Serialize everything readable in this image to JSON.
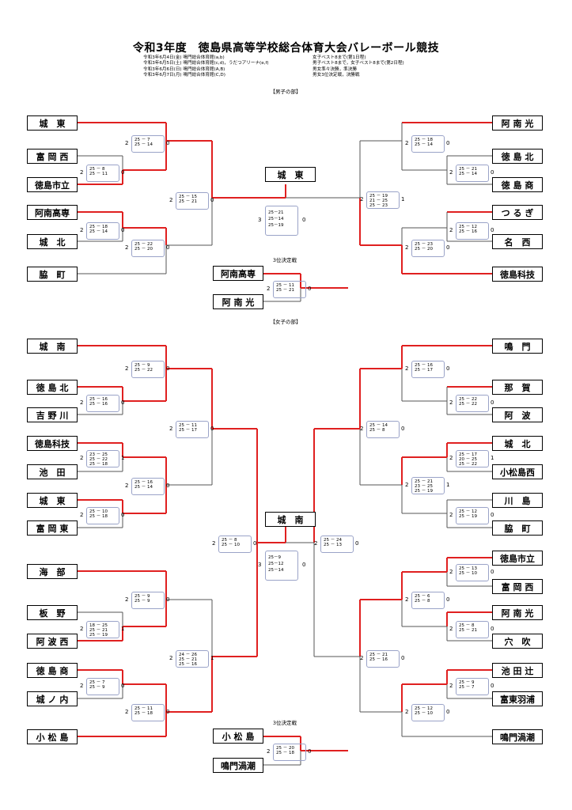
{
  "title": "令和3年度　徳島県高等学校総合体育大会バレーボール競技",
  "schedule_left": [
    "令和3年6月4日(金) 鳴門総合体育館(a,b)",
    "令和3年6月5日(土) 鳴門総合体育館(c,d)，うだつアリーナ(e,f)",
    "令和3年6月6日(日) 鳴門総合体育館(A,B)",
    "令和3年6月7日(月) 鳴門総合体育館(C,D)"
  ],
  "schedule_right": [
    "女子ベスト8まで(第1日程)",
    "男子ベスト8まで，女子ベスト8まで(第2日程)",
    "男女準々決勝，準決勝",
    "男女3位決定戦，決勝戦"
  ],
  "boys": {
    "label": "【男子の部】",
    "left_teams": [
      "城　東",
      "富 岡 西",
      "徳島市立",
      "阿南高専",
      "城　北",
      "脇　町"
    ],
    "right_teams": [
      "阿 南 光",
      "徳 島 北",
      "徳 島 商",
      "つ る ぎ",
      "名　西",
      "徳島科技"
    ],
    "champion": "城　東",
    "third_label": "3位決定戦",
    "third_teams": [
      "阿南高専",
      "阿 南 光"
    ]
  },
  "girls": {
    "label": "【女子の部】",
    "left_teams": [
      "城　南",
      "徳 島 北",
      "吉 野 川",
      "徳島科技",
      "池　田",
      "城　東",
      "富 岡 東",
      "海　部",
      "板　野",
      "阿 波 西",
      "徳 島 商",
      "城 ノ 内",
      "小 松 島"
    ],
    "right_teams": [
      "鳴　門",
      "那　賀",
      "阿　波",
      "城　北",
      "小松島西",
      "川　島",
      "脇　町",
      "徳島市立",
      "富 岡 西",
      "阿 南 光",
      "穴　吹",
      "池 田 辻",
      "富東羽浦",
      "鳴門渦潮"
    ],
    "champion": "城　南",
    "third_label": "3位決定戦",
    "third_teams": [
      "小 松 島",
      "鳴門渦潮"
    ]
  },
  "scores": {
    "b_l1": {
      "w": "2",
      "sets": [
        "25 － 7",
        "25 － 14"
      ],
      "l": "0"
    },
    "b_l2": {
      "w": "2",
      "sets": [
        "25 － 8",
        "25 － 11"
      ],
      "l": "0"
    },
    "b_l3": {
      "w": "2",
      "sets": [
        "25 － 18",
        "25 － 14"
      ],
      "l": "0"
    },
    "b_l4": {
      "w": "2",
      "sets": [
        "25 － 22",
        "25 － 20"
      ],
      "l": "0"
    },
    "b_l5": {
      "w": "2",
      "sets": [
        "25 － 15",
        "25 － 21"
      ],
      "l": "0"
    },
    "b_r1": {
      "w": "2",
      "sets": [
        "25 － 18",
        "25 － 14"
      ],
      "l": "0"
    },
    "b_r2": {
      "w": "2",
      "sets": [
        "25 － 21",
        "25 － 14"
      ],
      "l": "0"
    },
    "b_r3": {
      "w": "2",
      "sets": [
        "25 － 12",
        "25 － 16"
      ],
      "l": "0"
    },
    "b_r4": {
      "w": "2",
      "sets": [
        "25 － 23",
        "25 － 20"
      ],
      "l": "0"
    },
    "b_r5": {
      "w": "2",
      "sets": [
        "25 － 19",
        "21 － 25",
        "25 － 23"
      ],
      "l": "1"
    },
    "b_final": {
      "w": "3",
      "sets": [
        "25－21",
        "25－14",
        "25－19"
      ],
      "l": "0"
    },
    "b_third": {
      "w": "2",
      "sets": [
        "25 － 11",
        "25 － 21"
      ],
      "l": "0"
    },
    "g_l1": {
      "w": "2",
      "sets": [
        "25 － 9",
        "25 － 22"
      ],
      "l": "0"
    },
    "g_l2": {
      "w": "2",
      "sets": [
        "25 － 16",
        "25 － 16"
      ],
      "l": "0"
    },
    "g_l3": {
      "w": "2",
      "sets": [
        "23 － 25",
        "25 － 22",
        "25 － 18"
      ],
      "l": "1"
    },
    "g_l4": {
      "w": "2",
      "sets": [
        "25 － 16",
        "25 － 14"
      ],
      "l": "0"
    },
    "g_l5": {
      "w": "2",
      "sets": [
        "25 － 10",
        "25 － 18"
      ],
      "l": "0"
    },
    "g_l6": {
      "w": "2",
      "sets": [
        "25 － 11",
        "25 － 17"
      ],
      "l": "0"
    },
    "g_l7": {
      "w": "2",
      "sets": [
        "25 － 9",
        "25 － 9"
      ],
      "l": "0"
    },
    "g_l8": {
      "w": "2",
      "sets": [
        "18 － 25",
        "25 － 21",
        "25 － 19"
      ],
      "l": "1"
    },
    "g_l9": {
      "w": "2",
      "sets": [
        "25 － 7",
        "25 － 9"
      ],
      "l": "0"
    },
    "g_l10": {
      "w": "2",
      "sets": [
        "25 － 11",
        "25 － 18"
      ],
      "l": "0"
    },
    "g_l11": {
      "w": "2",
      "sets": [
        "24 － 26",
        "25 － 21",
        "25 － 16"
      ],
      "l": "1"
    },
    "g_l12": {
      "w": "2",
      "sets": [
        "25 － 8",
        "25 － 10"
      ],
      "l": "0"
    },
    "g_r1": {
      "w": "2",
      "sets": [
        "25 － 16",
        "25 － 17"
      ],
      "l": "0"
    },
    "g_r2": {
      "w": "2",
      "sets": [
        "25 － 22",
        "25 － 22"
      ],
      "l": "0"
    },
    "g_r3": {
      "w": "2",
      "sets": [
        "25 － 14",
        "25 － 8"
      ],
      "l": "0"
    },
    "g_r4": {
      "w": "2",
      "sets": [
        "25 － 17",
        "20 － 25",
        "25 － 22"
      ],
      "l": "1"
    },
    "g_r5": {
      "w": "2",
      "sets": [
        "25 － 21",
        "23 － 25",
        "25 － 19"
      ],
      "l": "1"
    },
    "g_r6": {
      "w": "2",
      "sets": [
        "25 － 12",
        "25 － 19"
      ],
      "l": "0"
    },
    "g_r7": {
      "w": "2",
      "sets": [
        "25 － 13",
        "25 － 10"
      ],
      "l": "0"
    },
    "g_r8": {
      "w": "2",
      "sets": [
        "25 － 6",
        "25 － 8"
      ],
      "l": "0"
    },
    "g_r9": {
      "w": "2",
      "sets": [
        "25 － 8",
        "25 － 21"
      ],
      "l": "0"
    },
    "g_r10": {
      "w": "2",
      "sets": [
        "25 － 9",
        "25 － 7"
      ],
      "l": "0"
    },
    "g_r11": {
      "w": "2",
      "sets": [
        "25 － 12",
        "25 － 10"
      ],
      "l": "0"
    },
    "g_r12": {
      "w": "2",
      "sets": [
        "25 － 21",
        "25 － 16"
      ],
      "l": "0"
    },
    "g_r13": {
      "w": "2",
      "sets": [
        "25 － 24",
        "25 － 13"
      ],
      "l": "0"
    },
    "g_final": {
      "w": "3",
      "sets": [
        "25－9",
        "25－12",
        "25－14"
      ],
      "l": "0"
    },
    "g_third": {
      "w": "2",
      "sets": [
        "25 － 20",
        "25 － 18"
      ],
      "l": "0"
    }
  },
  "colors": {
    "winner_line": "#e02020",
    "loser_line": "#555555",
    "bracket_border": "#9aa3c8"
  }
}
